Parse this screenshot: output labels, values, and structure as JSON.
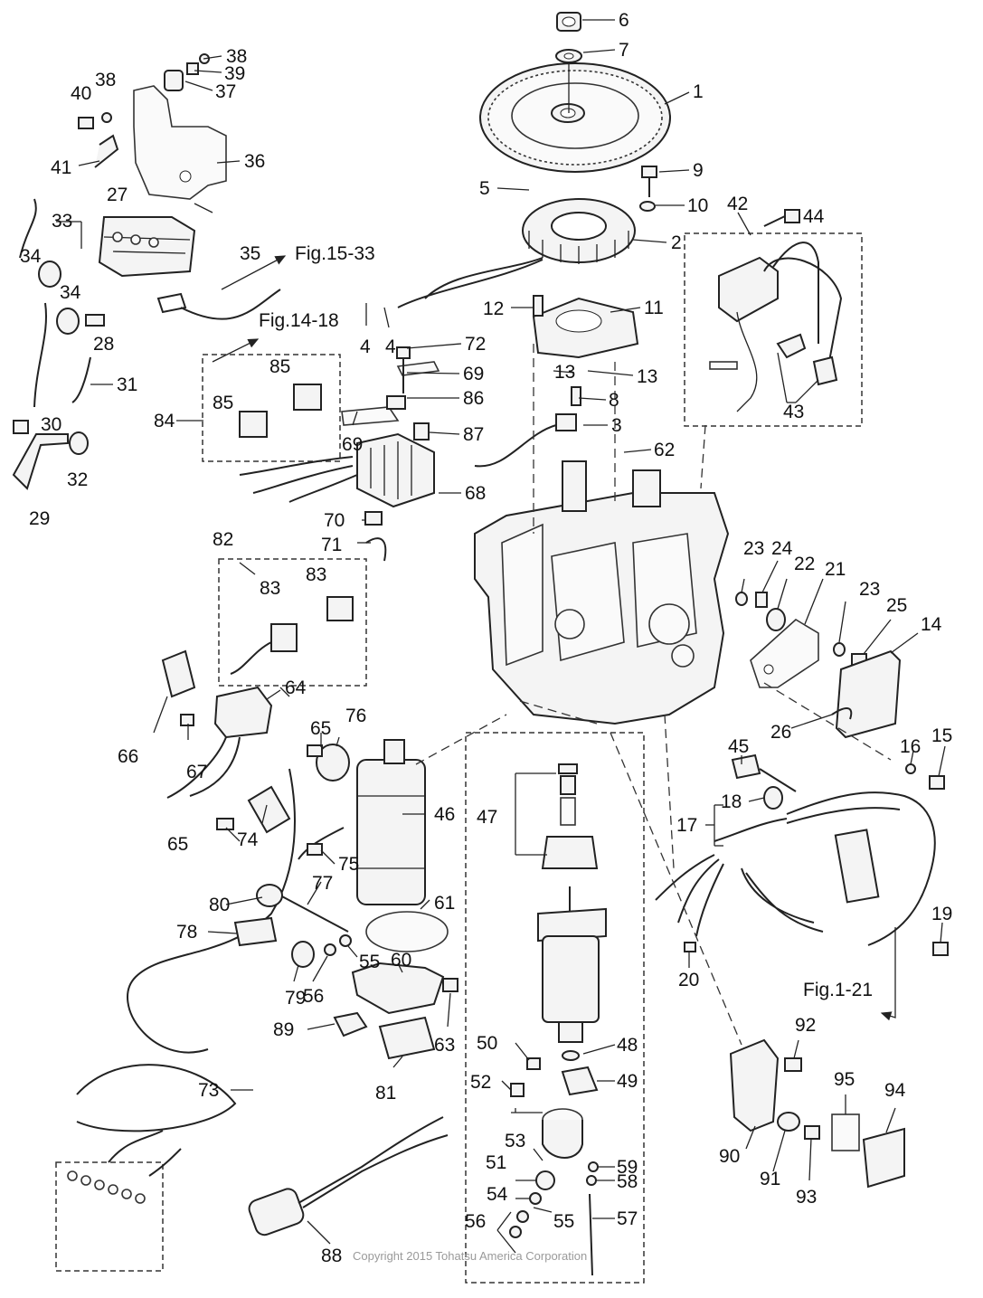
{
  "parts": {
    "p1": "1",
    "p2": "2",
    "p3": "3",
    "p4a": "4",
    "p4b": "4",
    "p5": "5",
    "p6": "6",
    "p7": "7",
    "p8": "8",
    "p9": "9",
    "p10": "10",
    "p11": "11",
    "p12": "12",
    "p13a": "13",
    "p13b": "13",
    "p14": "14",
    "p15": "15",
    "p16": "16",
    "p17": "17",
    "p18": "18",
    "p19": "19",
    "p20": "20",
    "p21": "21",
    "p22": "22",
    "p23a": "23",
    "p23b": "23",
    "p24": "24",
    "p25": "25",
    "p26": "26",
    "p27": "27",
    "p28": "28",
    "p29": "29",
    "p30": "30",
    "p31": "31",
    "p32": "32",
    "p33": "33",
    "p34a": "34",
    "p34b": "34",
    "p35": "35",
    "p36": "36",
    "p37": "37",
    "p38a": "38",
    "p38b": "38",
    "p39": "39",
    "p40": "40",
    "p41": "41",
    "p42": "42",
    "p43": "43",
    "p44": "44",
    "p45": "45",
    "p46": "46",
    "p47": "47",
    "p48": "48",
    "p49": "49",
    "p50": "50",
    "p51": "51",
    "p52": "52",
    "p53": "53",
    "p54": "54",
    "p55a": "55",
    "p55b": "55",
    "p56a": "56",
    "p56b": "56",
    "p57": "57",
    "p58": "58",
    "p59": "59",
    "p60": "60",
    "p61": "61",
    "p62": "62",
    "p63": "63",
    "p64": "64",
    "p65a": "65",
    "p65b": "65",
    "p66": "66",
    "p67": "67",
    "p68": "68",
    "p69a": "69",
    "p69b": "69",
    "p70": "70",
    "p71": "71",
    "p72": "72",
    "p73": "73",
    "p74": "74",
    "p75": "75",
    "p76": "76",
    "p77": "77",
    "p78": "78",
    "p79": "79",
    "p80": "80",
    "p81": "81",
    "p82": "82",
    "p83a": "83",
    "p83b": "83",
    "p84": "84",
    "p85a": "85",
    "p85b": "85",
    "p86": "86",
    "p87": "87",
    "p88": "88",
    "p89": "89",
    "p90": "90",
    "p91": "91",
    "p92": "92",
    "p93": "93",
    "p94": "94",
    "p95": "95"
  },
  "refs": {
    "fig15": "Fig.15-33",
    "fig14": "Fig.14-18",
    "fig1": "Fig.1-21"
  },
  "copyright": "Copyright 2015 Tohatsu America Corporation"
}
